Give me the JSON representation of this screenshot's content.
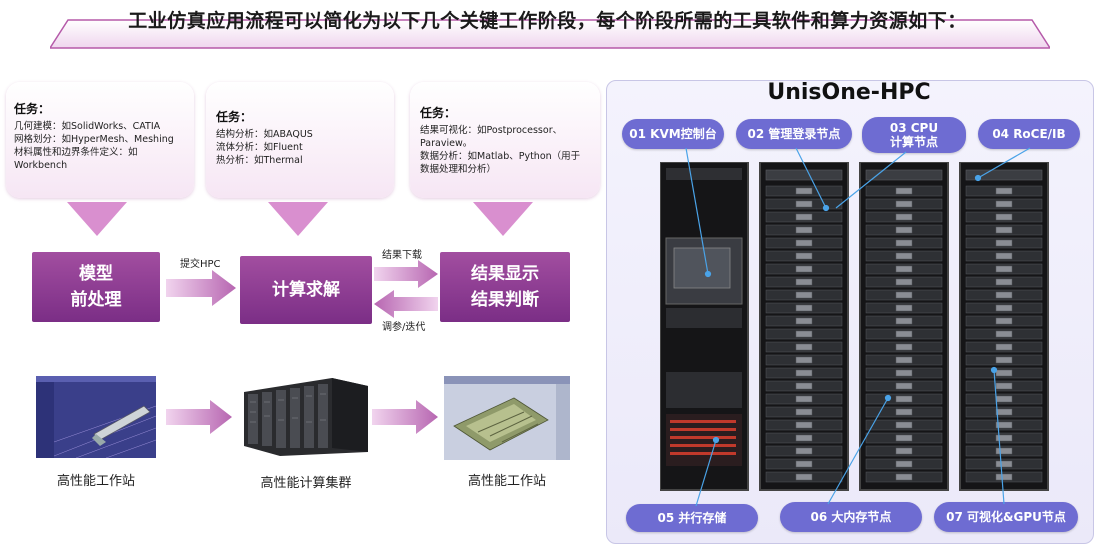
{
  "title": "工业仿真应用流程可以简化为以下几个关键工作阶段，每个阶段所需的工具软件和算力资源如下：",
  "tasks": [
    {
      "heading": "任务：",
      "lines": [
        "几何建模：如SolidWorks、CATIA",
        "网格划分：如HyperMesh、Meshing",
        "材料属性和边界条件定义：如",
        "Workbench"
      ]
    },
    {
      "heading": "任务：",
      "lines": [
        "结构分析：如ABAQUS",
        "流体分析：如Fluent",
        "热分析：如Thermal"
      ]
    },
    {
      "heading": "任务：",
      "lines": [
        "结果可视化：如Postprocessor、",
        "Paraview。",
        "数据分析：如Matlab、Python（用于",
        "数据处理和分析）"
      ]
    }
  ],
  "stages": [
    {
      "line1": "模型",
      "line2": "前处理"
    },
    {
      "line1": "计算求解",
      "line2": ""
    },
    {
      "line1": "结果显示",
      "line2": "结果判断"
    }
  ],
  "arrows": {
    "submit": "提交HPC",
    "download": "结果下载",
    "tune": "调参/迭代"
  },
  "captions": [
    "高性能工作站",
    "高性能计算集群",
    "高性能工作站"
  ],
  "hpc": {
    "title": "UnisOne-HPC",
    "top_labels": [
      "01 KVM控制台",
      "02 管理登录节点",
      "03 CPU\n计算节点",
      "04 RoCE/IB"
    ],
    "bottom_labels": [
      "05 并行存储",
      "06 大内存节点",
      "07 可视化&GPU节点"
    ]
  },
  "colors": {
    "accent": "#8e3d93",
    "pill": "#6e6cd2",
    "panel": "#eeedfb"
  }
}
